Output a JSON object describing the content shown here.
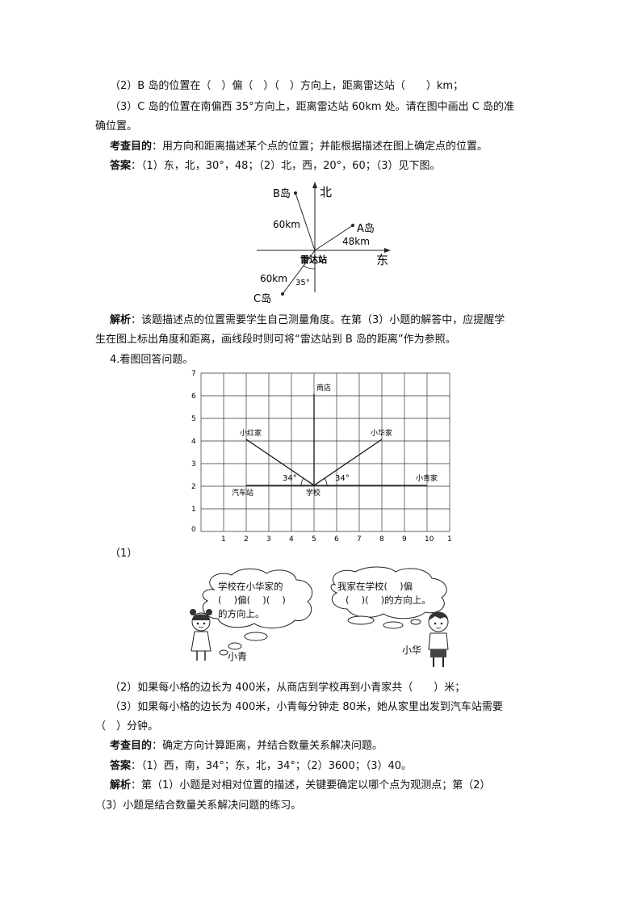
{
  "q3": {
    "line2": "（2）B 岛的位置在（　）偏（　）（　）方向上，距离雷达站（　　）km；",
    "line3a": "（3）C 岛的位置在南偏西 35°方向上，距离雷达站 60km 处。请在图中画出 C 岛的准",
    "line3b": "确位置。",
    "aim_label": "考查目的",
    "aim_text": "：用方向和距离描述某个点的位置；并能根据描述在图上确定点的位置。",
    "ans_label": "答案",
    "ans_text": "：（1）东，北，30°，48；（2）北，西，20°，60；（3）见下图。",
    "analysis_label": "解析",
    "analysis_text1": "：该题描述点的位置需要学生自己测量角度。在第（3）小题的解答中，应提醒学",
    "analysis_text2": "生在图上标出角度和距离，画线段时则可将“雷达站到 B 岛的距离”作为参照。"
  },
  "radar": {
    "north": "北",
    "east": "东",
    "station": "雷达站",
    "b_island": "B岛",
    "a_island": "A岛",
    "c_island": "C岛",
    "b_dist": "60km",
    "a_dist": "48km",
    "c_dist": "60km",
    "c_angle": "35°"
  },
  "q4": {
    "title": "4.看图回答问题。",
    "p1": "（1）",
    "cloud1_l1": "学校在小华家的",
    "cloud1_l2": "(　 )偏(　 )(　 )",
    "cloud1_l3": "的方向上。",
    "cloud2_l1": "我家在学校(　 )偏",
    "cloud2_l2": "(　 )(　 )的方向上。",
    "girl_name": "小青",
    "boy_name": "小华",
    "p2": "（2）如果每小格的边长为 400米，从商店到学校再到小青家共（　　）米；",
    "p3a": "（3）如果每小格的边长为 400米，小青每分钟走 80米，她从家里出发到汽车站需要",
    "p3b": "（　）分钟。",
    "aim_label": "考查目的",
    "aim_text": "：确定方向计算距离，并结合数量关系解决问题。",
    "ans_label": "答案",
    "ans_text": "：（1）西，南，34°；东，北，34°；（2）3600；（3）40。",
    "analysis_label": "解析",
    "analysis_text1": "：第（1）小题是对相对位置的描述，关键要确定以哪个点为观测点；第（2）",
    "analysis_text2": "（3）小题是结合数量关系解决问题的练习。"
  },
  "grid": {
    "x_ticks": [
      "0",
      "1",
      "2",
      "3",
      "4",
      "5",
      "6",
      "7",
      "8",
      "9",
      "10",
      "11"
    ],
    "y_ticks": [
      "0",
      "1",
      "2",
      "3",
      "4",
      "5",
      "6",
      "7"
    ],
    "shop": "商店",
    "xiaohong": "小红家",
    "xiaohua": "小华家",
    "xiaoqing": "小青家",
    "bus": "汽车站",
    "school": "学校",
    "angle_left": "34°",
    "angle_right": "34°"
  }
}
